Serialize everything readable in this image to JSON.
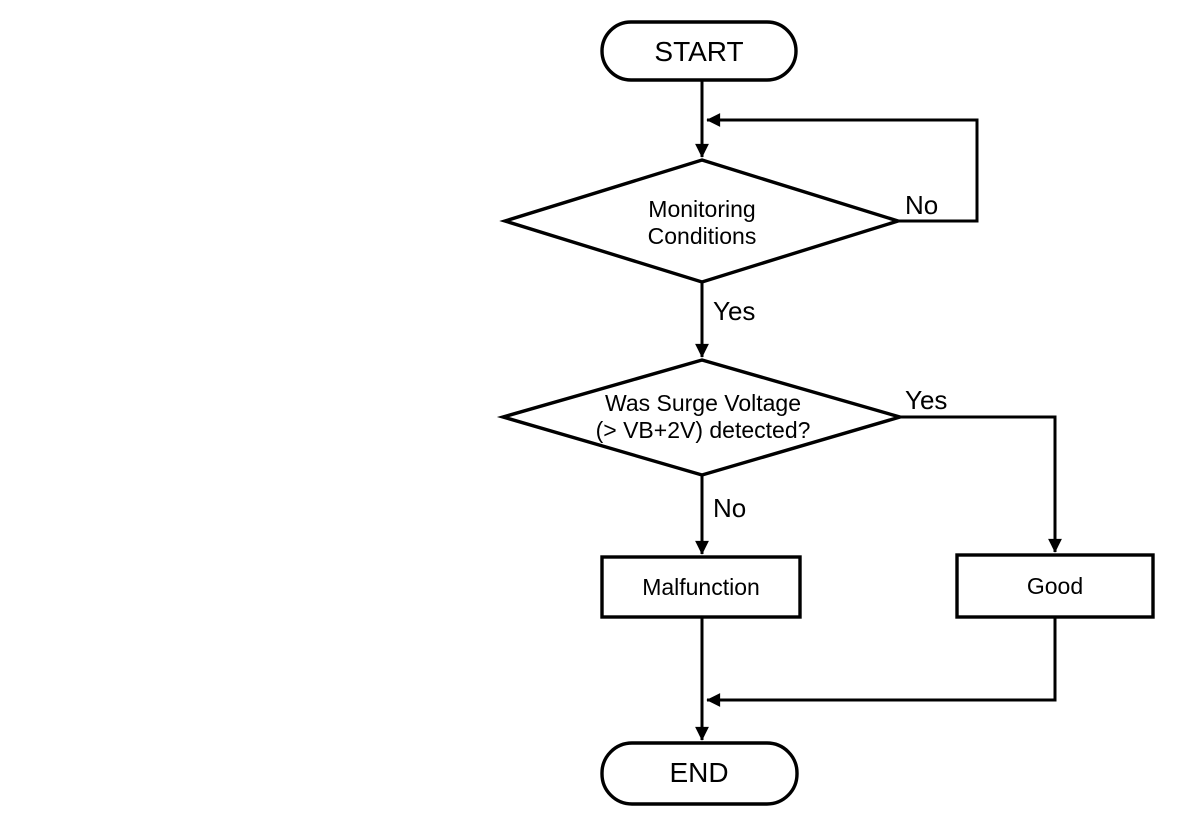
{
  "flowchart": {
    "colors": {
      "line": "#000000",
      "text": "#000000",
      "node_fill": "#ffffff",
      "background": "#ffffff"
    },
    "nodes": {
      "start": {
        "type": "terminator",
        "label": "START"
      },
      "monitoring": {
        "type": "decision",
        "lines": [
          "Monitoring",
          "Conditions"
        ]
      },
      "surge": {
        "type": "decision",
        "lines": [
          "Was Surge Voltage",
          "(> VB+2V) detected?"
        ]
      },
      "malfunction": {
        "type": "process",
        "label": "Malfunction"
      },
      "good": {
        "type": "process",
        "label": "Good"
      },
      "end": {
        "type": "terminator",
        "label": "END"
      }
    },
    "edge_labels": {
      "monitoring_no": "No",
      "monitoring_yes": "Yes",
      "surge_yes": "Yes",
      "surge_no": "No"
    }
  }
}
